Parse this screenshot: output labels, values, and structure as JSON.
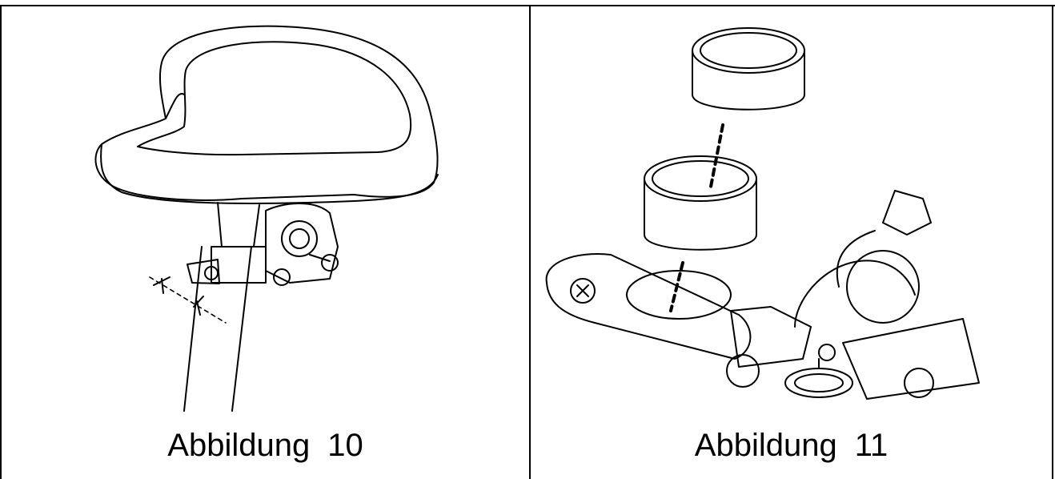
{
  "figures": [
    {
      "caption_word": "Abbildung",
      "caption_number": "10",
      "illustration": "seat-mount-drawing"
    },
    {
      "caption_word": "Abbildung",
      "caption_number": "11",
      "illustration": "seat-clamp-bushings-exploded-drawing"
    }
  ]
}
